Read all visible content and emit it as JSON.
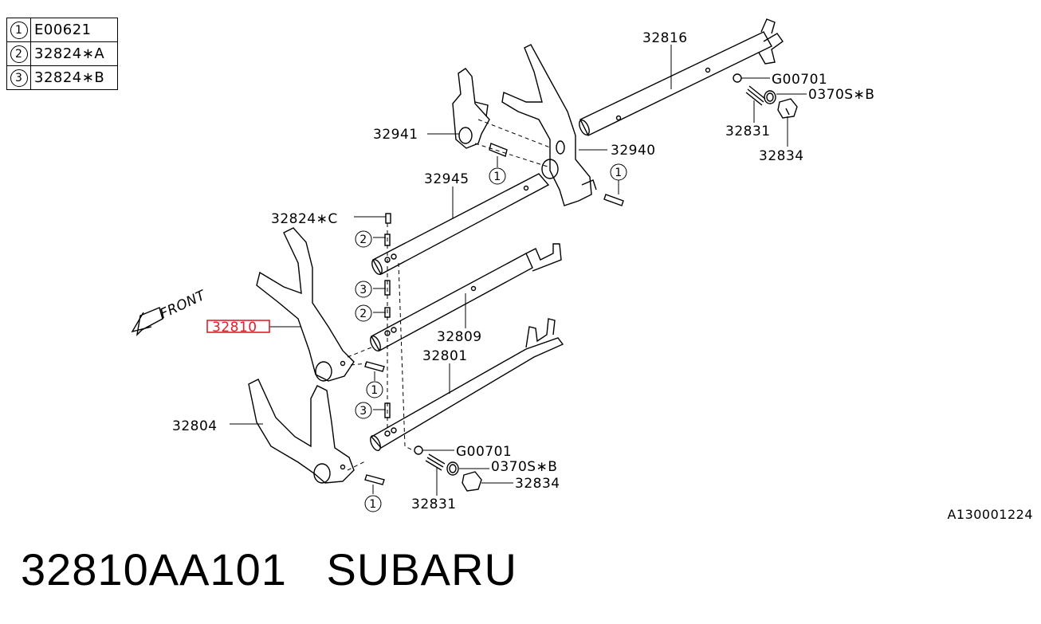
{
  "legend": [
    {
      "num": "1",
      "code": "E00621"
    },
    {
      "num": "2",
      "code": "32824∗A"
    },
    {
      "num": "3",
      "code": "32824∗B"
    }
  ],
  "labels": {
    "p32816": "32816",
    "g00701_top": "G00701",
    "o370s_top": "0370S∗B",
    "p32831_top": "32831",
    "p32834_top": "32834",
    "p32941": "32941",
    "p32940": "32940",
    "p32945": "32945",
    "p32824c": "32824∗C",
    "p32810": "32810",
    "p32809": "32809",
    "p32801": "32801",
    "p32804": "32804",
    "g00701_bot": "G00701",
    "o370s_bot": "0370S∗B",
    "p32834_bot": "32834",
    "p32831_bot": "32831",
    "front": "FRONT"
  },
  "callouts": {
    "c1": "1",
    "c2": "2",
    "c3": "3"
  },
  "highlight_color": "#e0202a",
  "ref_code": "A130001224",
  "caption": "32810AA101   SUBARU"
}
